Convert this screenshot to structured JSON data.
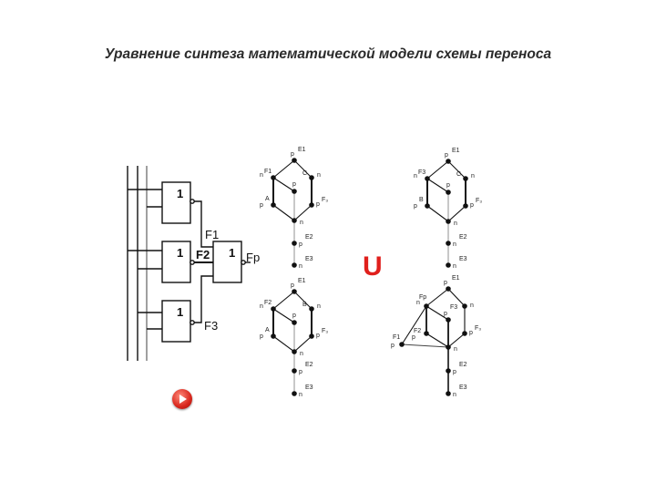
{
  "title": "Уравнение синтеза математической модели схемы переноса",
  "union_symbol": "U",
  "circuit": {
    "gate_labels": [
      "1",
      "1",
      "1",
      "1"
    ],
    "signals": {
      "f1": "F1",
      "f2": "F2",
      "f3": "F3",
      "fp": "Fp"
    }
  },
  "graphs": {
    "g1": {
      "e1": "E1",
      "e1p": "p",
      "ul": "F1",
      "uln": "n",
      "c": "C",
      "urn": "n",
      "center": "p",
      "a": "A",
      "ap": "p",
      "f3": "F₃",
      "f3p": "p",
      "bn": "n",
      "e2": "E2",
      "e2p": "p",
      "e3": "E3",
      "e3n": "n"
    },
    "g2": {
      "e1": "E1",
      "e1p": "p",
      "ul": "F2",
      "uln": "n",
      "c": "B",
      "urn": "n",
      "center": "p",
      "a": "A",
      "ap": "p",
      "f3": "F₃",
      "f3p": "p",
      "bn": "n",
      "e2": "E2",
      "e2p": "p",
      "e3": "E3",
      "e3n": "n"
    },
    "g3": {
      "e1": "E1",
      "e1p": "p",
      "ul": "F3",
      "uln": "n",
      "c": "C",
      "urn": "n",
      "center": "p",
      "a": "B",
      "ap": "p",
      "f3": "F₃",
      "f3p": "p",
      "bn": "n",
      "e2": "E2",
      "e2p": "n",
      "e3": "E3",
      "e3n": "n"
    },
    "g4": {
      "e1": "E1",
      "e1p": "p",
      "fp": "Fp",
      "fpn": "n",
      "f3": "F3",
      "f3p": "p",
      "urn": "n",
      "f2": "F2",
      "f2p": "p",
      "f1": "F1",
      "f1p": "p",
      "fs": "F₃",
      "fsp": "p",
      "bn": "n",
      "e2": "E2",
      "e2p": "p",
      "e3": "E3",
      "e3n": "n"
    }
  },
  "colors": {
    "accent": "#e0201c",
    "line": "#111111",
    "gray_line": "#9a9a9a"
  }
}
